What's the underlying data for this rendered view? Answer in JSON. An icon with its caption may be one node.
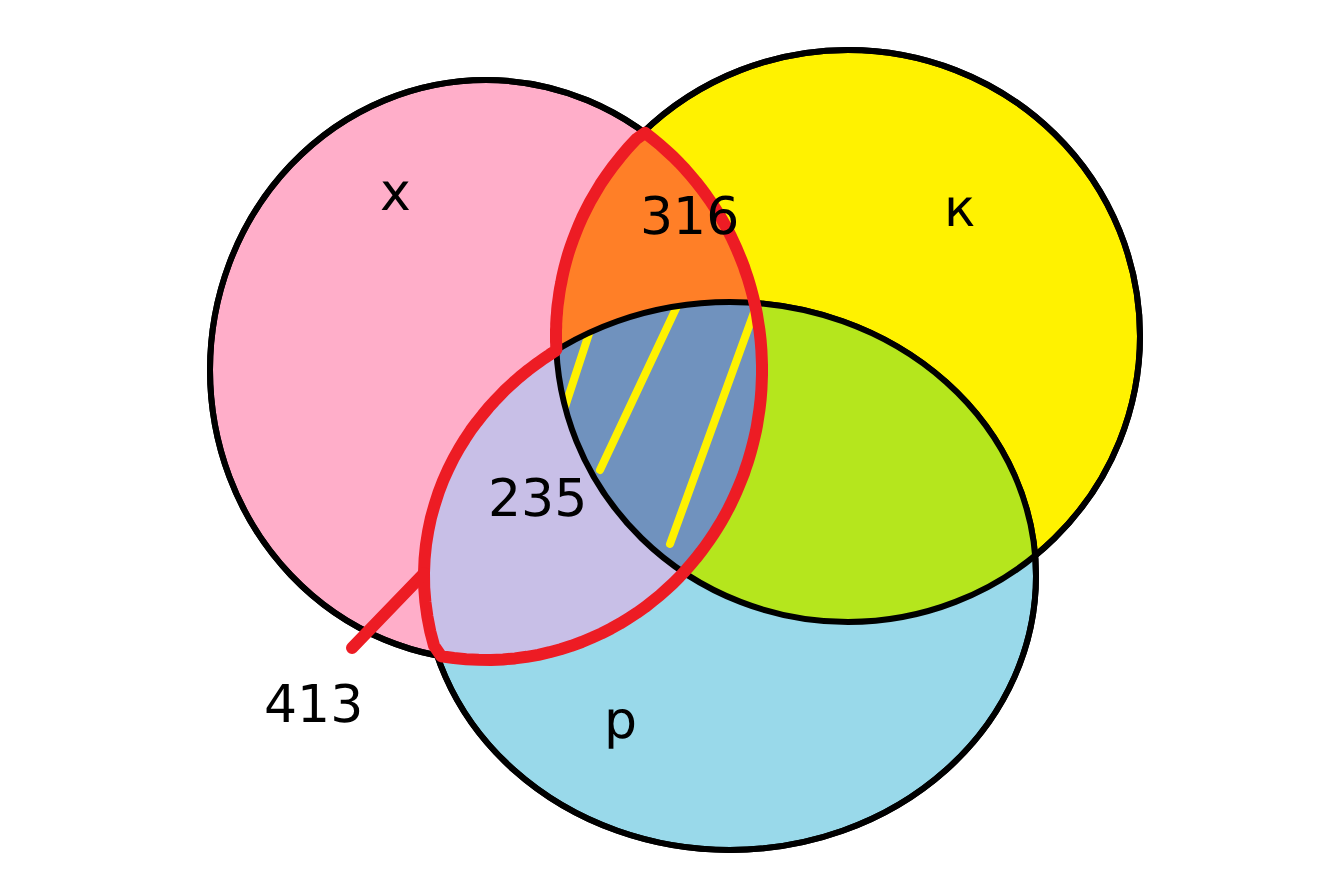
{
  "diagram": {
    "nodes": [
      {
        "text": [
          "х"
        ]
      },
      {
        "text": [
          "к"
        ]
      },
      {
        "text": [
          "р"
        ]
      },
      {
        "text": [
          "413"
        ]
      },
      {
        "text": [],
        "shape": "region",
        "in": 0
      }
    ],
    "edges": [
      {
        "from": 3,
        "to": 4,
        "arrow": "none"
      }
    ],
    "labels": [
      "316",
      "235"
    ]
  }
}
